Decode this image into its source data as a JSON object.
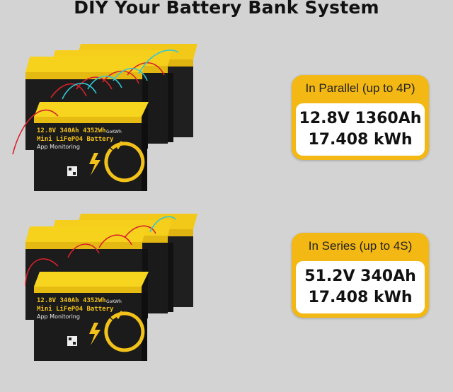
{
  "title": "DIY Your Battery Bank System",
  "colors": {
    "accent": "#f3b814",
    "lid": "#f6d21c",
    "battery_body": "#1c1c1c",
    "wire_red": "#d9222a",
    "wire_cyan": "#33c6d6",
    "background": "#d3d3d3"
  },
  "battery_label": {
    "spec": "12.8V 340Ah 4352Wh",
    "product": "Mini LiFePO4 Battery",
    "feature": "App Monitoring",
    "brand": "GoKWh"
  },
  "parallel": {
    "header": "In Parallel (up to 4P)",
    "line1": "12.8V 1360Ah",
    "line2": "17.408 kWh"
  },
  "series": {
    "header": "In Series (up to 4S)",
    "line1": "51.2V 340Ah",
    "line2": "17.408 kWh"
  }
}
